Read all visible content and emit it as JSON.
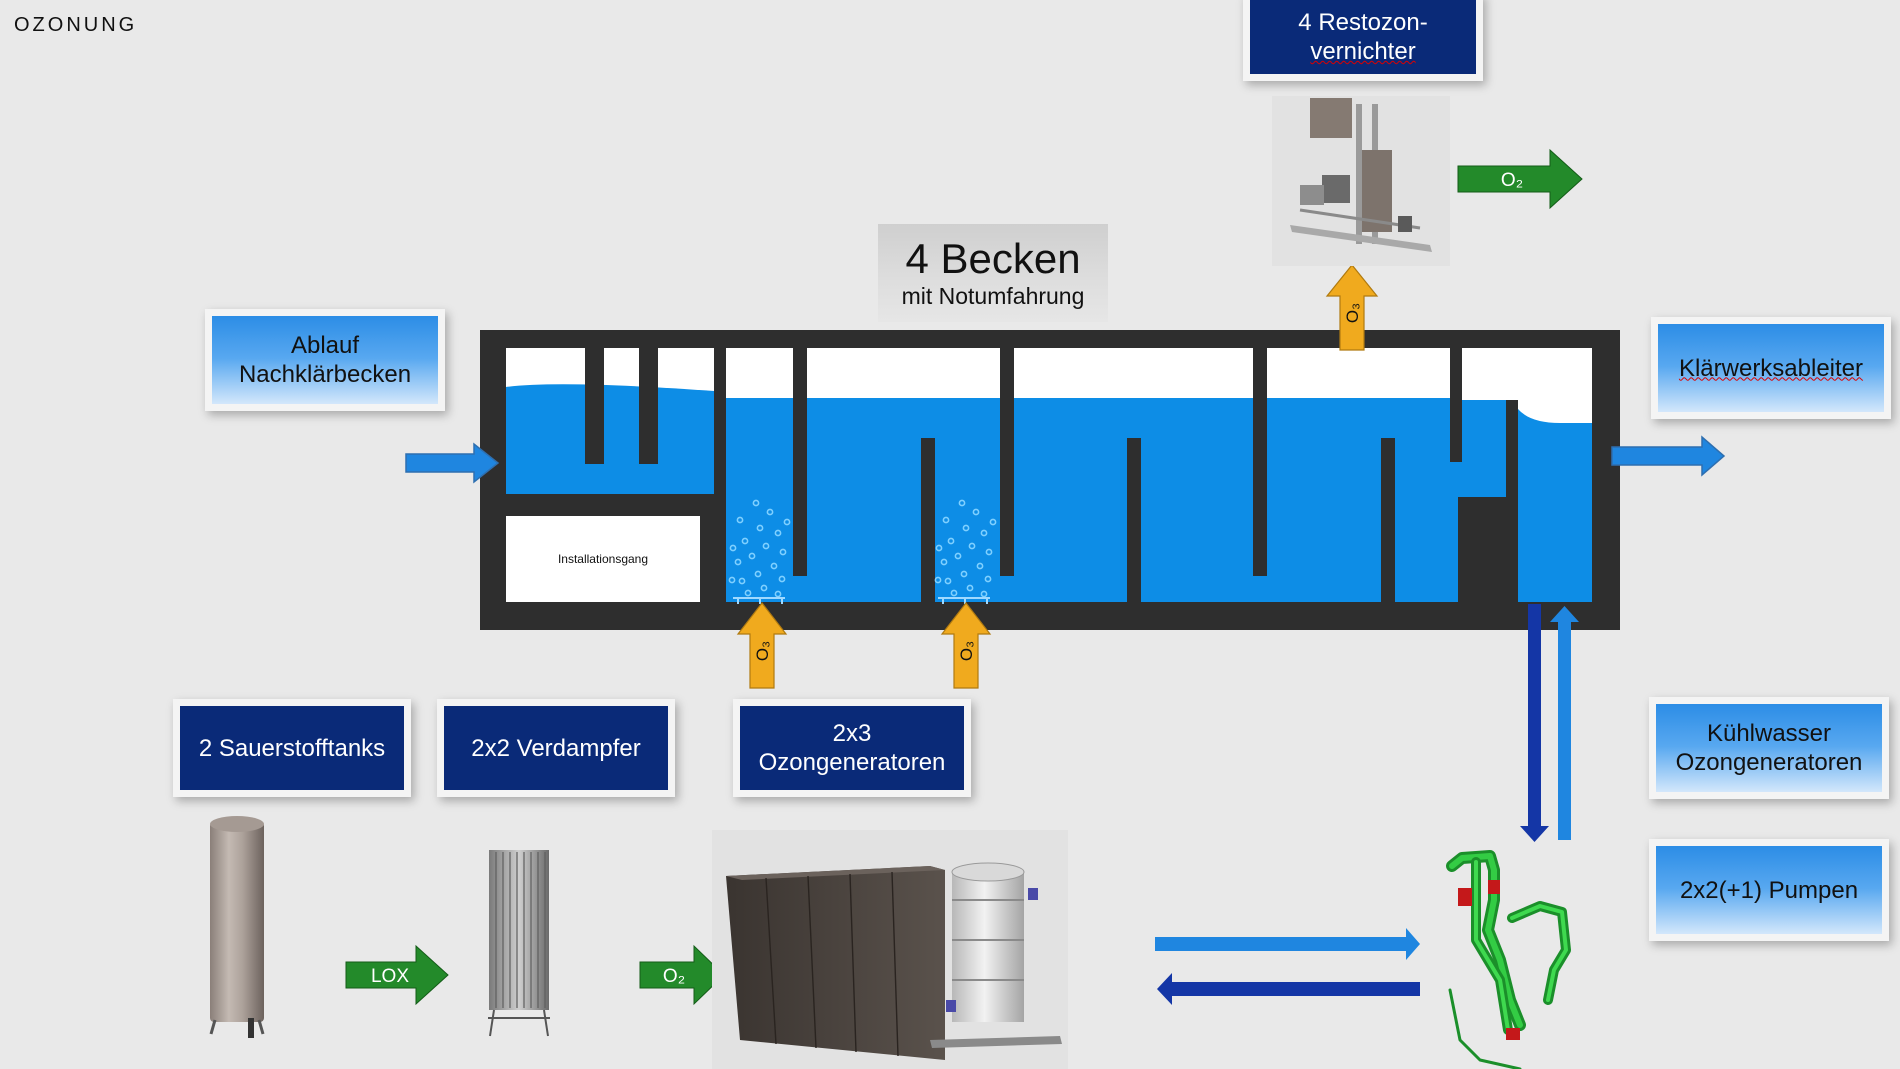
{
  "title": "OZONUNG",
  "labels": {
    "inflow_line1": "Ablauf",
    "inflow_line2": "Nachklärbecken",
    "basins_big": "4 Becken",
    "basins_small": "mit Notumfahrung",
    "destroyer_line1": "4 Restozon-",
    "destroyer_line2": "vernichter",
    "outflow": "Klärwerksableiter",
    "corridor": "Installationsgang",
    "oxygen_tanks": "2 Sauerstofftanks",
    "evaporator": "2x2 Verdampfer",
    "generators_line1": "2x3",
    "generators_line2": "Ozongeneratoren",
    "cooling_line1": "Kühlwasser",
    "cooling_line2": "Ozongeneratoren",
    "pumps": "2x2(+1) Pumpen"
  },
  "arrows": {
    "o2": "O₂",
    "o3": "O₃",
    "lox": "LOX"
  },
  "colors": {
    "water": "#0d8de6",
    "wall": "#2e2e2e",
    "dark_box": "#0a2a78",
    "ozone_arrow": "#f0aa1e",
    "gas_arrow": "#238a2a",
    "flow_arrow": "#1f86e0",
    "return_arrow": "#1436a6"
  }
}
